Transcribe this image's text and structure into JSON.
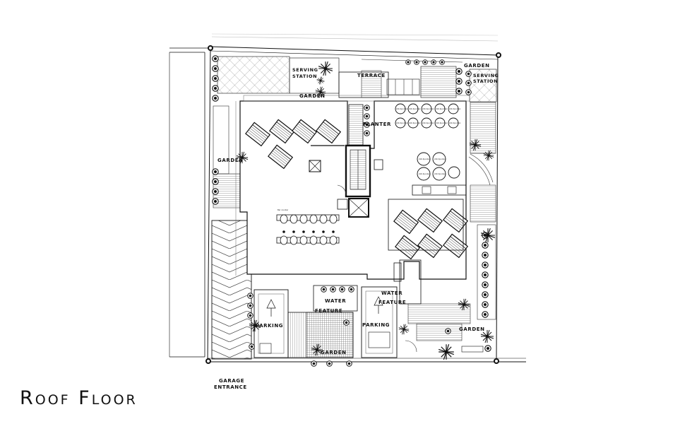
{
  "title": "Roof Floor",
  "labels": {
    "serving_left": [
      "SERVING",
      "STATION"
    ],
    "terrace": "TERRACE",
    "garden_top_right": "GARDEN",
    "serving_right": [
      "SERVING",
      "STATION"
    ],
    "garden_top": "GARDEN",
    "planter": "PLANTER",
    "garden_left": "GARDEN",
    "water_feature_left": [
      "WATER",
      "FEATURE"
    ],
    "water_feature_right": [
      "WATER",
      "FEATURE"
    ],
    "parking_left": "PARKING",
    "parking_right": "PARKING",
    "garden_bottom": "GARDEN",
    "garden_bottom_right": "GARDEN",
    "garage_entrance": [
      "GARAGE",
      "ENTRANCE"
    ]
  },
  "table_tag": "2x6 4px-6px",
  "table_tag_b": "2x6 4px-6px",
  "counter_tag": "Bar counter"
}
